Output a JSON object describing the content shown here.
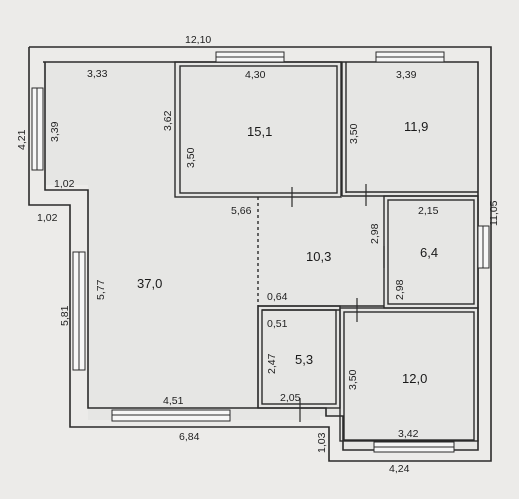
{
  "plan": {
    "rooms": [
      {
        "id": "living",
        "area": "37,0"
      },
      {
        "id": "bedroom-1",
        "area": "15,1"
      },
      {
        "id": "bedroom-2",
        "area": "11,9"
      },
      {
        "id": "hall",
        "area": "10,3"
      },
      {
        "id": "bath",
        "area": "6,4"
      },
      {
        "id": "wc",
        "area": "5,3"
      },
      {
        "id": "bedroom-3",
        "area": "12,0"
      }
    ],
    "dimensions": [
      "12,10",
      "3,33",
      "4,30",
      "3,39",
      "4,21",
      "3,39",
      "3,62",
      "3,50",
      "3,50",
      "1,02",
      "1,02",
      "5,66",
      "2,15",
      "11,05",
      "2,98",
      "2,98",
      "5,77",
      "5,81",
      "0,64",
      "0,51",
      "2,47",
      "3,50",
      "4,51",
      "2,05",
      "6,84",
      "1,03",
      "3,42",
      "4,24"
    ]
  },
  "colors": {
    "wall": "#2b2b2b",
    "floor": "#e7e7e5",
    "background": "#ecebe9"
  }
}
